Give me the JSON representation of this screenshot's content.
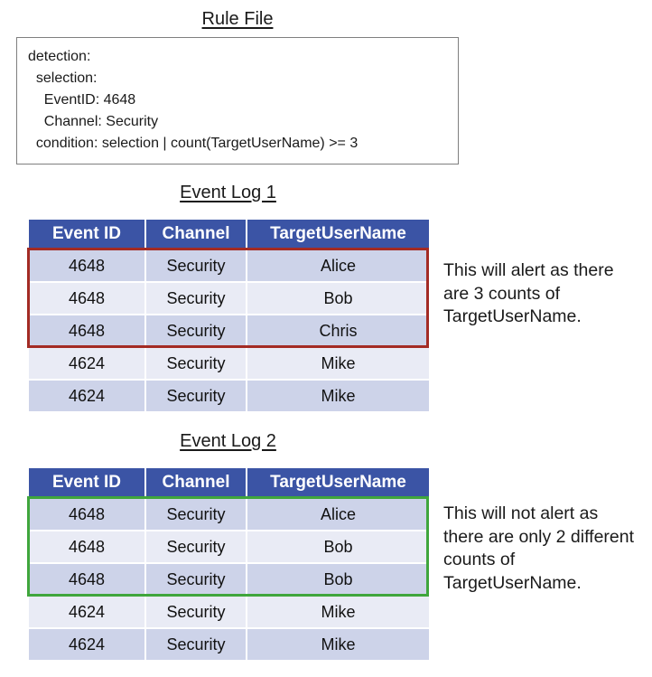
{
  "colors": {
    "table_header": "#3b54a5",
    "band_dark": "#cdd3e9",
    "band_light": "#e9ebf5",
    "alert_highlight": "#a32b24",
    "no_alert_highlight": "#3fa63c"
  },
  "rule_file": {
    "title": "Rule File",
    "lines": [
      "detection:",
      "  selection:",
      "    EventID: 4648",
      "    Channel: Security",
      "  condition: selection | count(TargetUserName) >= 3"
    ]
  },
  "log1": {
    "title": "Event Log 1",
    "headers": [
      "Event ID",
      "Channel",
      "TargetUserName"
    ],
    "rows": [
      [
        "4648",
        "Security",
        "Alice"
      ],
      [
        "4648",
        "Security",
        "Bob"
      ],
      [
        "4648",
        "Security",
        "Chris"
      ],
      [
        "4624",
        "Security",
        "Mike"
      ],
      [
        "4624",
        "Security",
        "Mike"
      ]
    ],
    "highlight_row_count": 3,
    "highlight_color": "#a32b24",
    "annotation": "This will alert as there are 3 counts of TargetUserName."
  },
  "log2": {
    "title": "Event Log 2",
    "headers": [
      "Event ID",
      "Channel",
      "TargetUserName"
    ],
    "rows": [
      [
        "4648",
        "Security",
        "Alice"
      ],
      [
        "4648",
        "Security",
        "Bob"
      ],
      [
        "4648",
        "Security",
        "Bob"
      ],
      [
        "4624",
        "Security",
        "Mike"
      ],
      [
        "4624",
        "Security",
        "Mike"
      ]
    ],
    "highlight_row_count": 3,
    "highlight_color": "#3fa63c",
    "annotation": "This will not alert as there are only 2 different counts of TargetUserName."
  }
}
